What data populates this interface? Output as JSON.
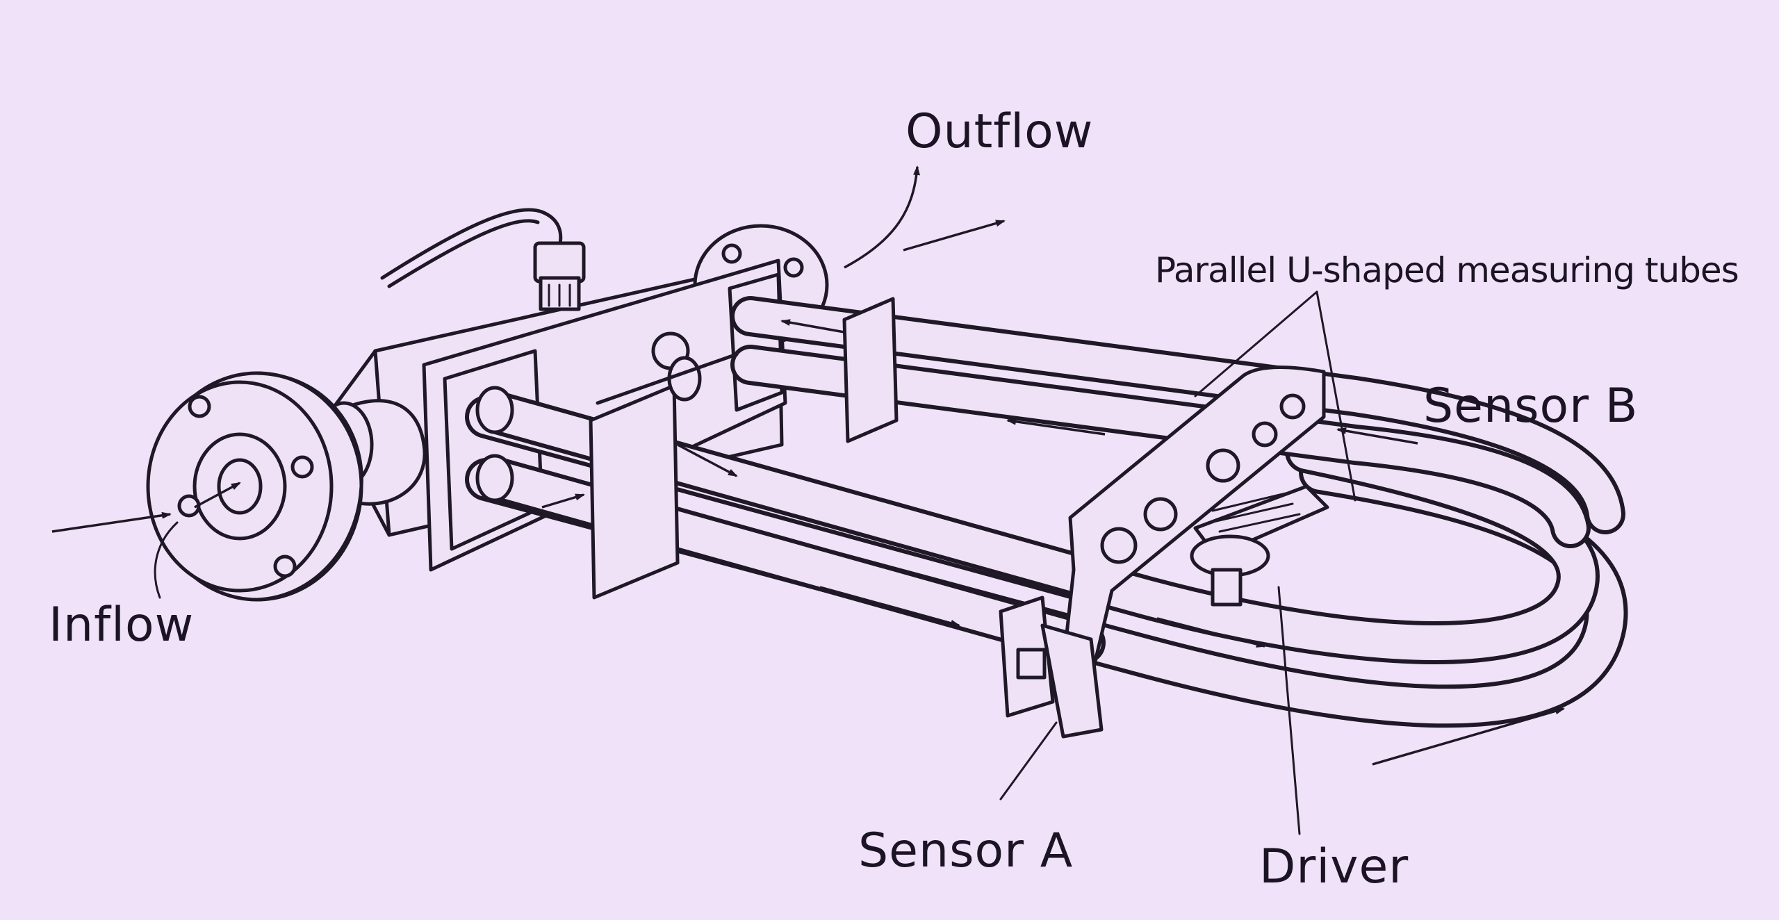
{
  "labels": {
    "outflow": "Outflow",
    "tubes": "Parallel U-shaped measuring tubes",
    "sensor_b": "Sensor B",
    "inflow": "Inflow",
    "sensor_a": "Sensor A",
    "driver": "Driver"
  },
  "colors": {
    "background": "#f0e2f8",
    "line": "#1f1826"
  }
}
